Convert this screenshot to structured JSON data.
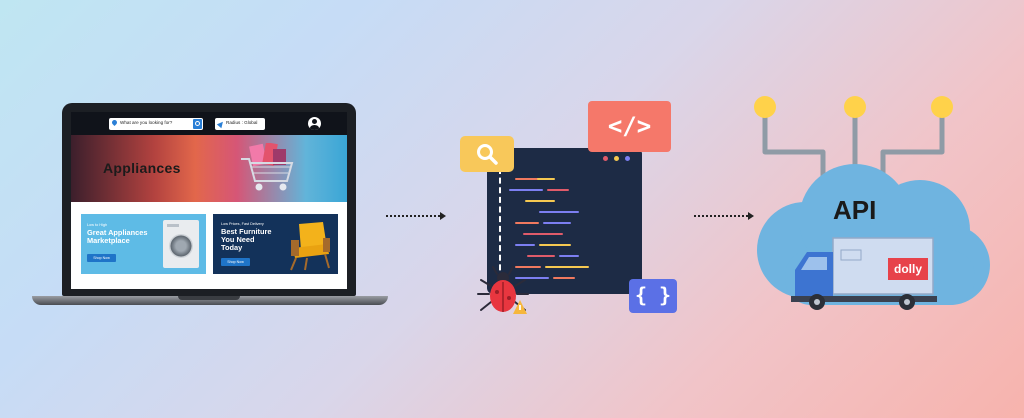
{
  "laptop": {
    "search_placeholder": "What are you looking for?",
    "location": "Radius : Global",
    "hero_title": "Appliances",
    "promo1": {
      "tagline": "Low to High",
      "title_line1": "Great Appliances",
      "title_line2": "Marketplace",
      "button": "Shop Now"
    },
    "promo2": {
      "tagline": "Low Prices, Fast Delivery",
      "title_line1": "Best Furniture",
      "title_line2": "You Need",
      "title_line3": "Today",
      "button": "Shop Now"
    }
  },
  "code_panel": {
    "code_badge": "</>",
    "brace_badge": "{ }",
    "dot_colors": [
      "#e05b6a",
      "#f5c851",
      "#7c7ff2"
    ]
  },
  "api": {
    "label": "API",
    "truck_brand": "dolly"
  },
  "colors": {
    "cloud": "#6fb4e0",
    "connector": "#8f9ba6",
    "node": "#ffd24a",
    "truck_cab": "#3d74d1",
    "truck_box": "#cfdcf0",
    "brand": "#e7424a"
  }
}
